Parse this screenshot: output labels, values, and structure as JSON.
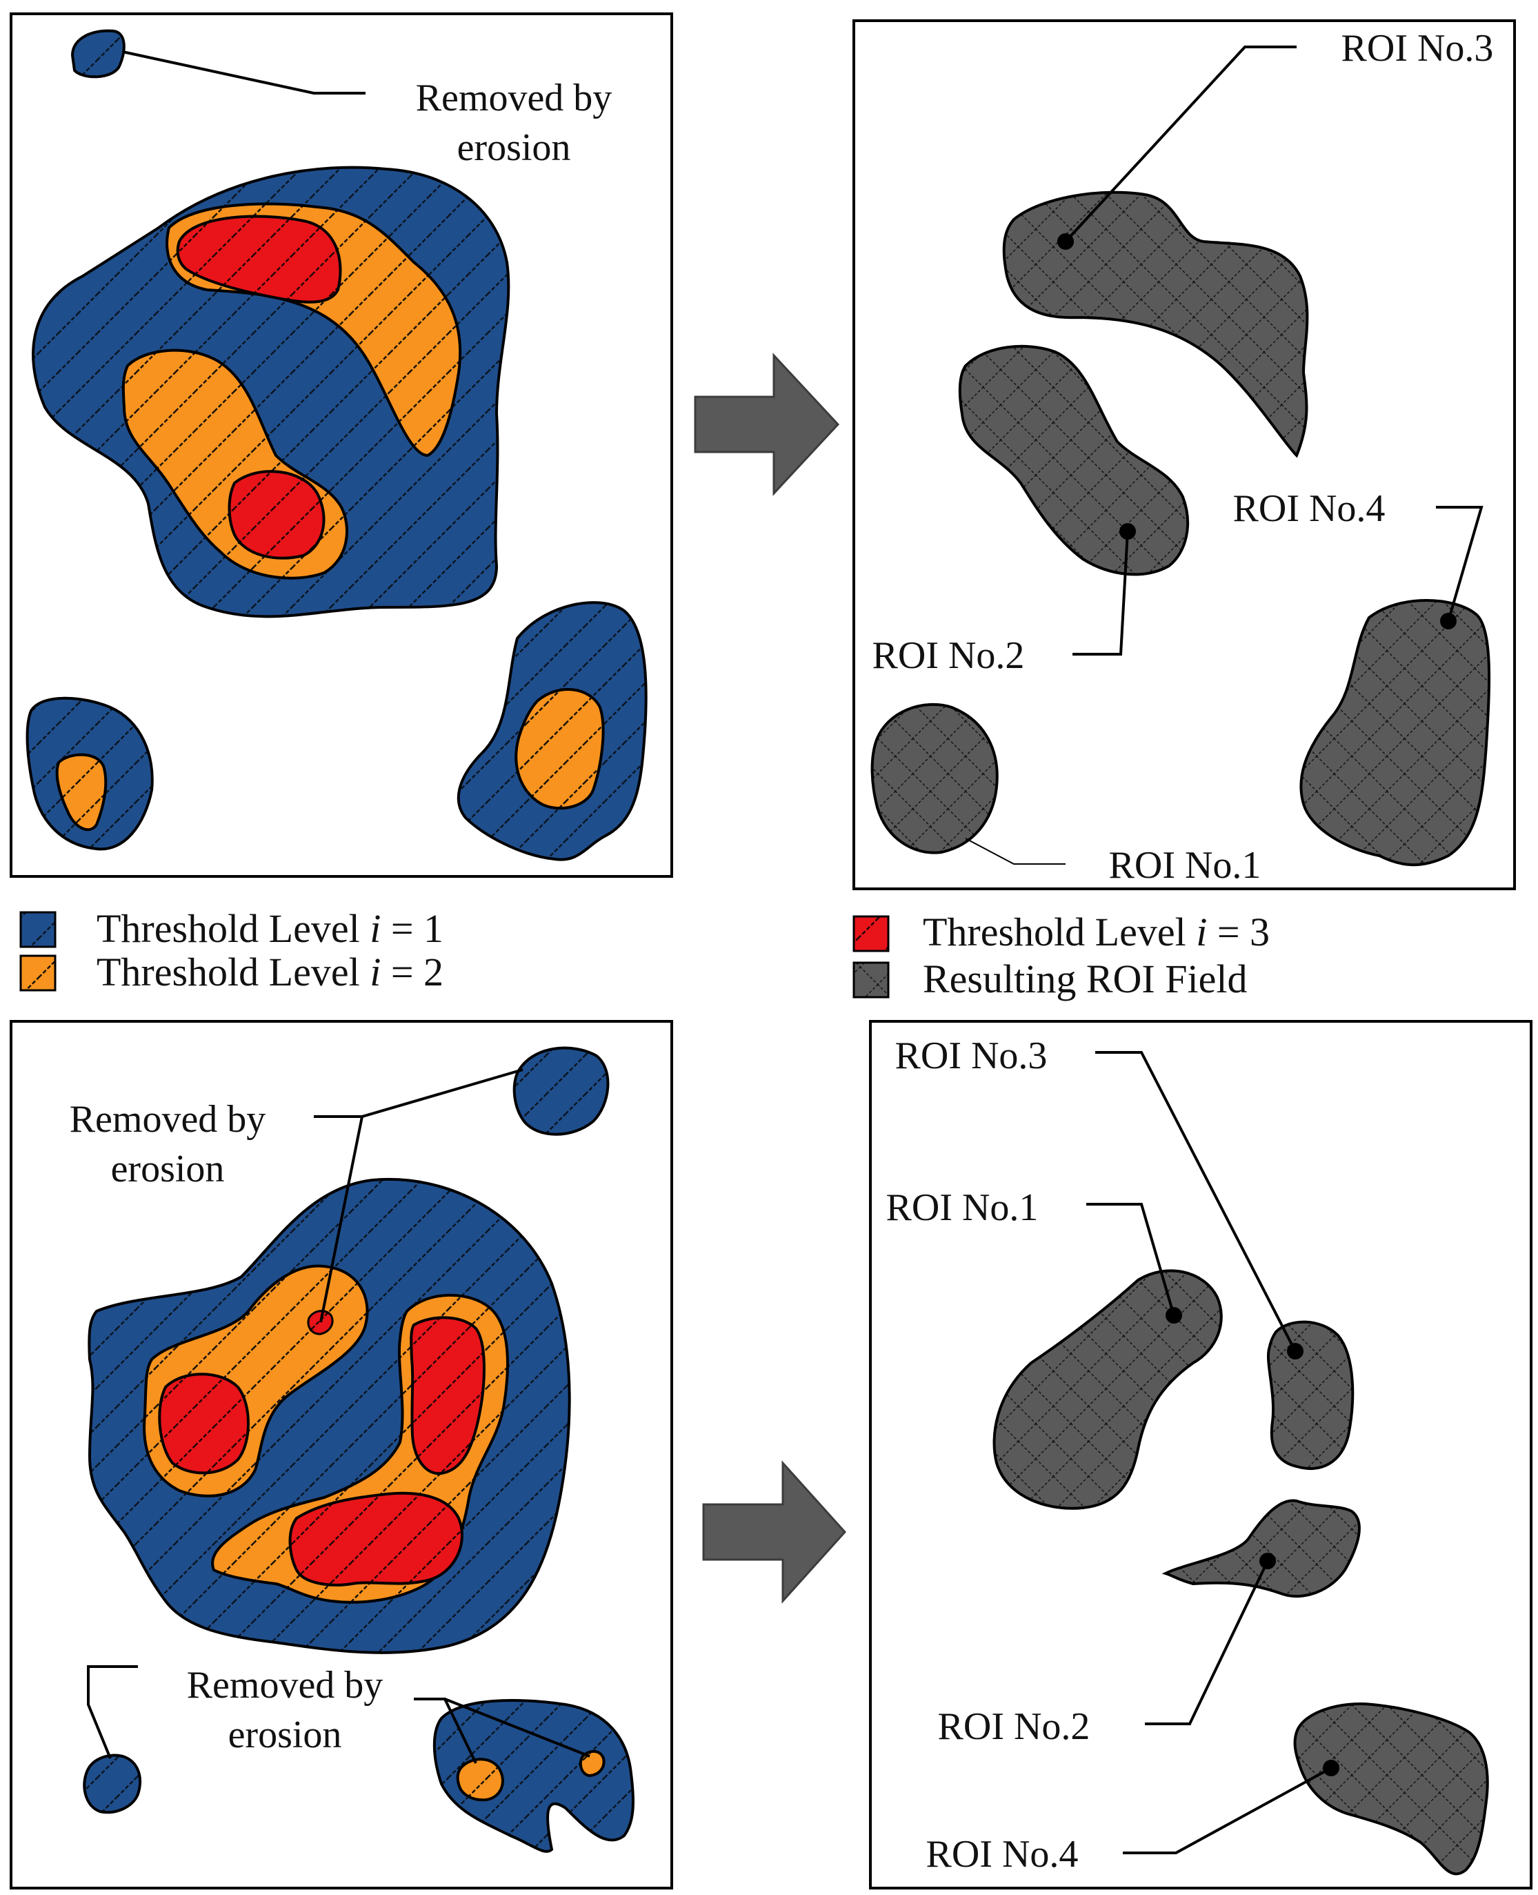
{
  "colors": {
    "level1": "#1f4e8c",
    "level2": "#f7931e",
    "level3": "#e8141a",
    "roi": "#5a5a5a",
    "arrow": "#595959",
    "outline": "#000000",
    "background": "#ffffff"
  },
  "panels": {
    "top_left": {
      "removed_line1": "Removed by",
      "removed_line2": "erosion"
    },
    "top_right": {
      "roi3": "ROI No.3",
      "roi4": "ROI No.4",
      "roi2": "ROI No.2",
      "roi1": "ROI No.1"
    },
    "bottom_left": {
      "removed_top_line1": "Removed by",
      "removed_top_line2": "erosion",
      "removed_bottom_line1": "Removed by",
      "removed_bottom_line2": "erosion"
    },
    "bottom_right": {
      "roi3": "ROI No.3",
      "roi1": "ROI No.1",
      "roi2": "ROI No.2",
      "roi4": "ROI No.4"
    }
  },
  "legend": {
    "level1": {
      "prefix": "Threshold Level ",
      "var": "i",
      "suffix": " = 1"
    },
    "level2": {
      "prefix": "Threshold Level ",
      "var": "i",
      "suffix": " = 2"
    },
    "level3": {
      "prefix": "Threshold Level ",
      "var": "i",
      "suffix": " = 3"
    },
    "roi_field": "Resulting ROI Field"
  }
}
